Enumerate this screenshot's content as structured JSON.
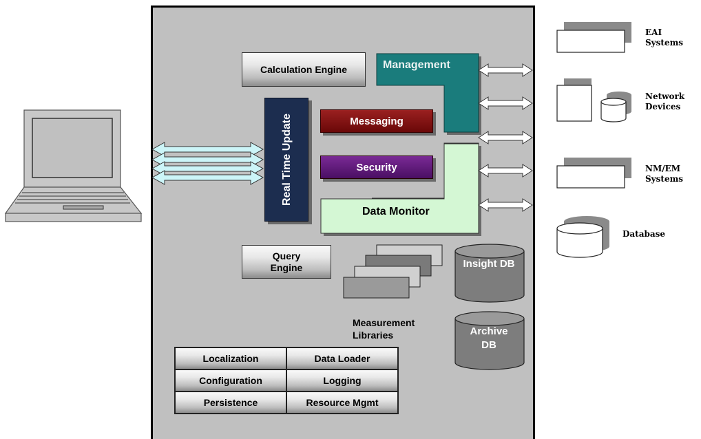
{
  "diagram": {
    "calculation_engine": "Calculation Engine",
    "management": "Management",
    "real_time_update": "Real Time Update",
    "messaging": "Messaging",
    "security": "Security",
    "data_monitor": "Data Monitor",
    "query_engine": "Query Engine",
    "measurement_libraries": "Measurement Libraries",
    "insight_db": "Insight DB",
    "archive_db": "Archive DB",
    "grid": {
      "localization": "Localization",
      "data_loader": "Data Loader",
      "configuration": "Configuration",
      "logging": "Logging",
      "persistence": "Persistence",
      "resource_mgmt": "Resource Mgmt"
    }
  },
  "legend": {
    "eai_systems": "EAI Systems",
    "network_devices": "Network Devices",
    "nm_em_systems": "NM/EM Systems",
    "database": "Database"
  },
  "colors": {
    "panel_bg": "#c0c0c0",
    "management": "#1a7c7c",
    "real_time_update": "#1c2d4f",
    "messaging": "#7a1010",
    "security": "#5a1a73",
    "data_monitor": "#d4f7d4",
    "arrow_fill": "#ccf5f8"
  }
}
